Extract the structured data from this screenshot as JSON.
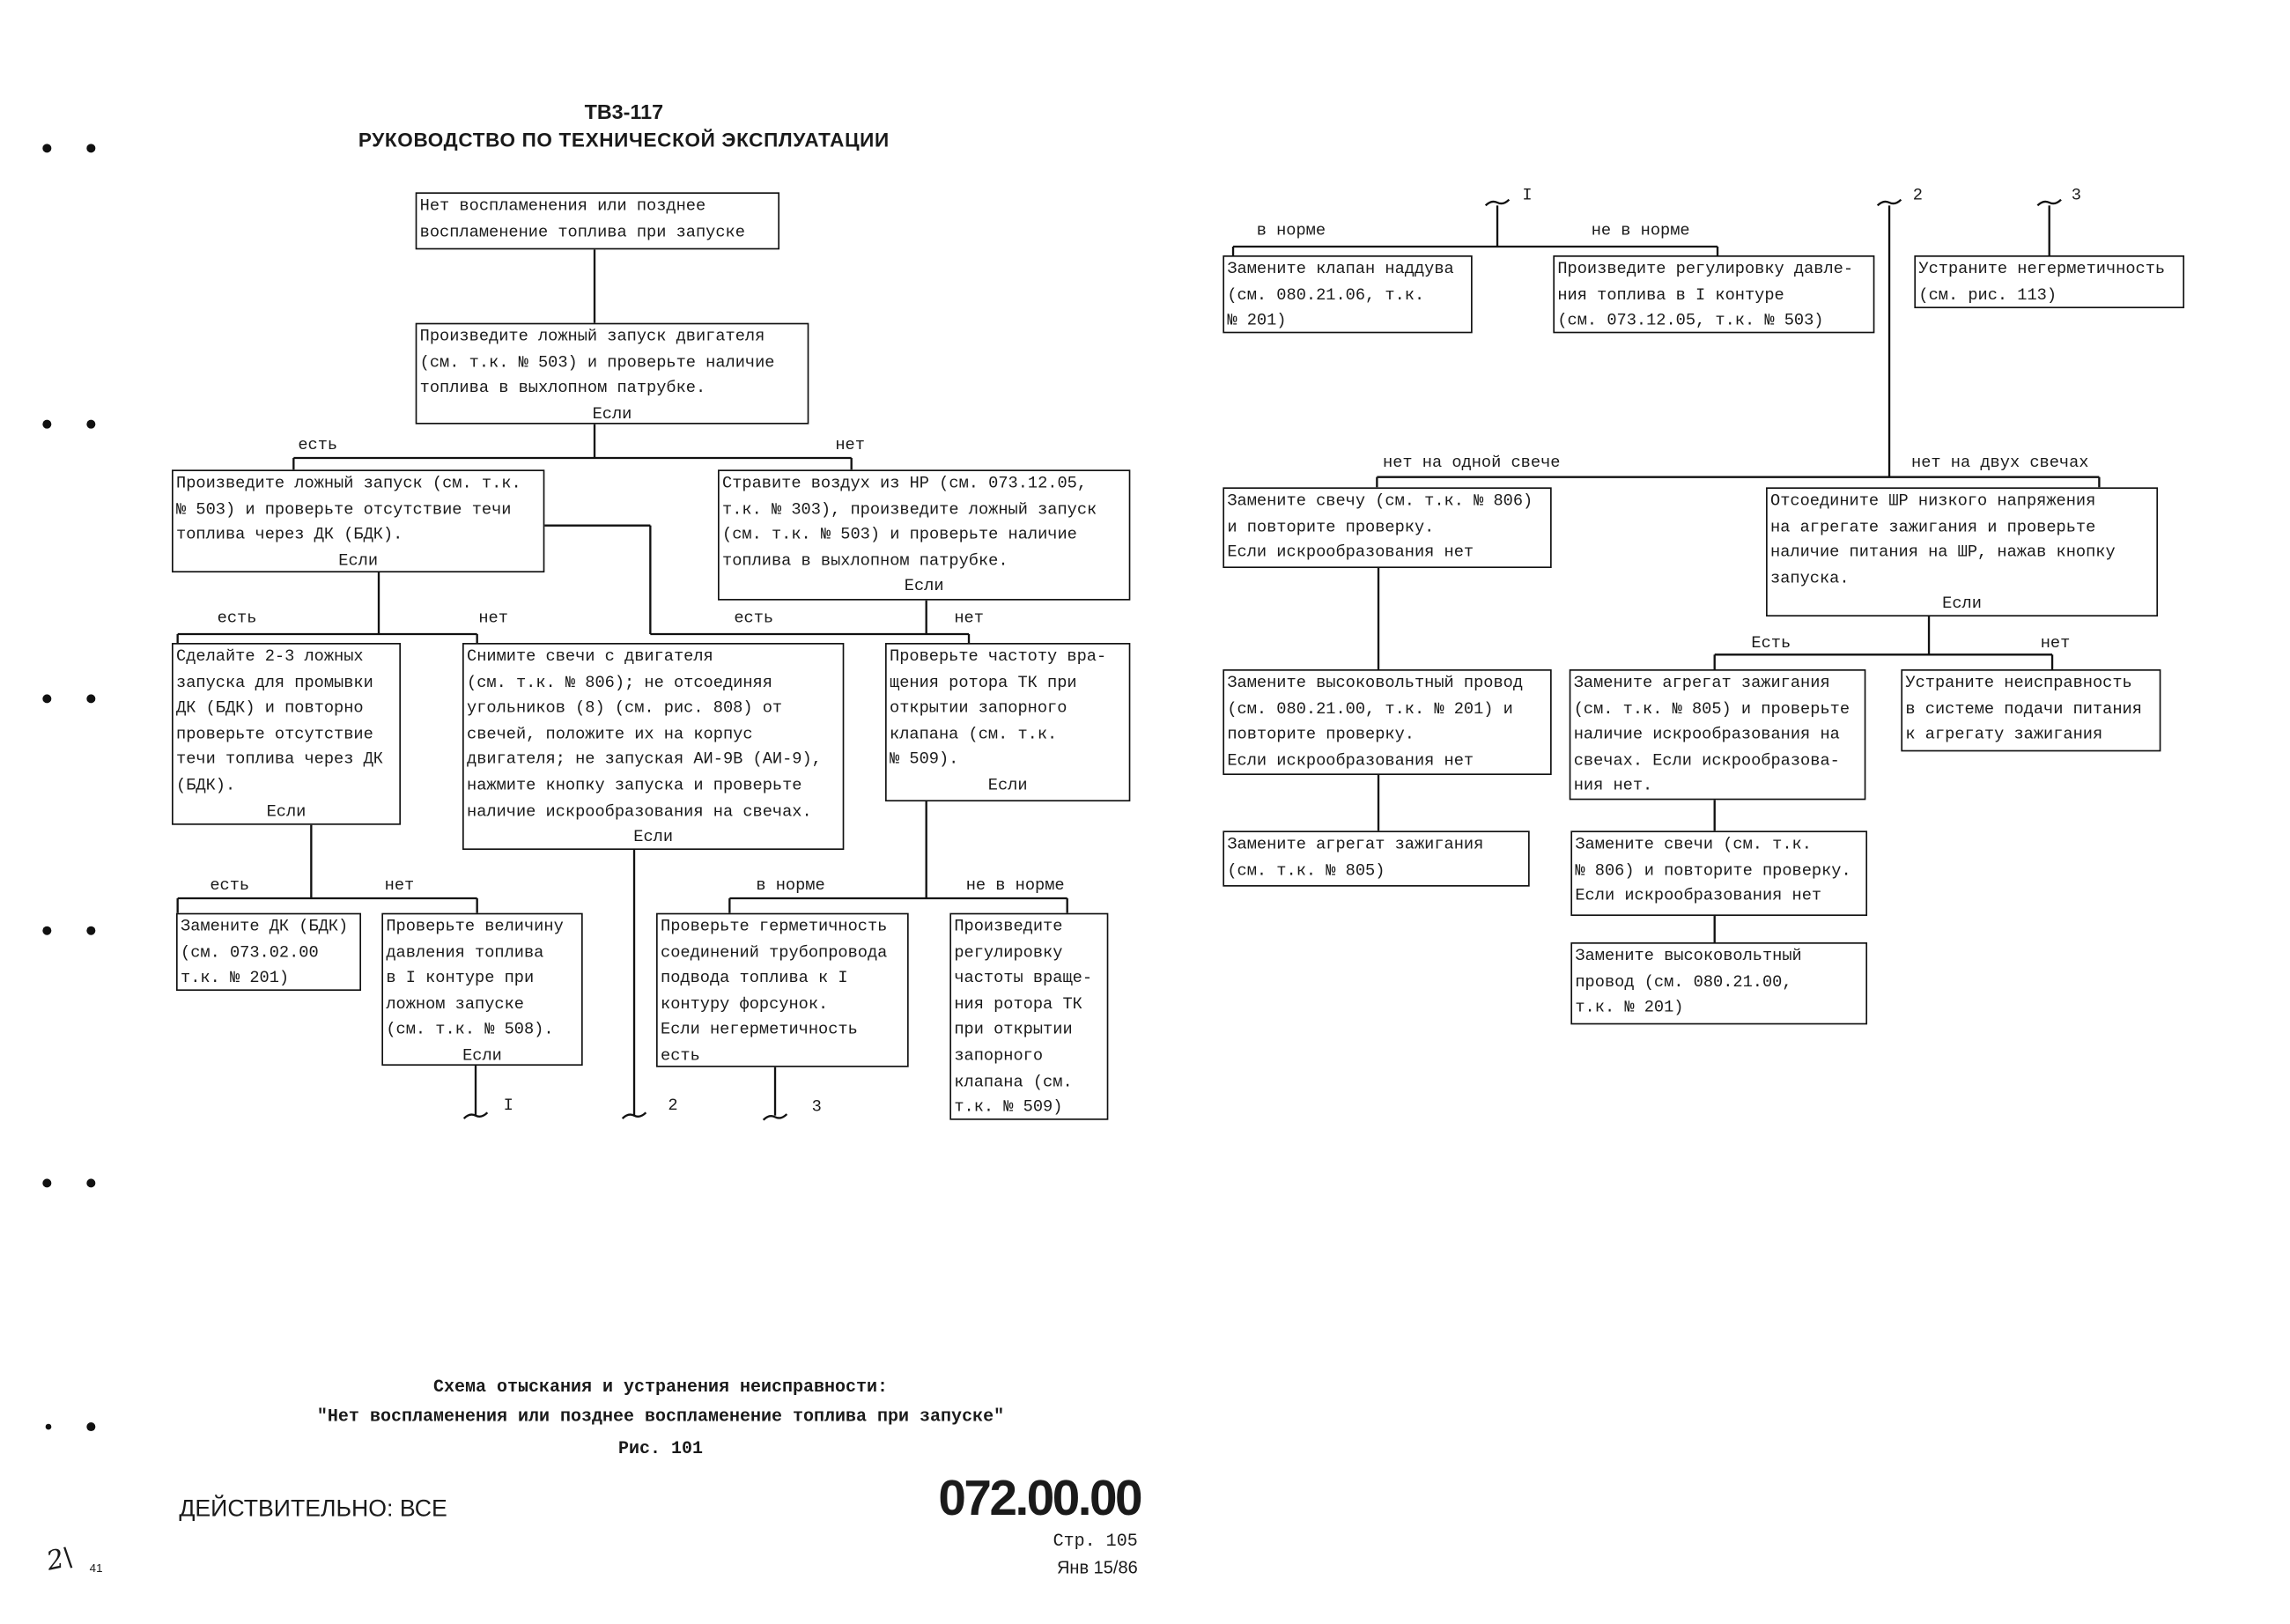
{
  "header": {
    "model": "ТВ3-117",
    "title": "РУКОВОДСТВО ПО ТЕХНИЧЕСКОЙ ЭКСПЛУАТАЦИИ"
  },
  "boxes": {
    "a": {
      "text": "Нет воспламенения или позднее\nвоспламенение топлива при запуске"
    },
    "b": {
      "text": "Произведите ложный запуск двигателя\n(см. т.к. № 503) и проверьте наличие\nтоплива в выхлопном патрубке.",
      "if": "Если"
    },
    "c": {
      "text": "Произведите ложный запуск (см. т.к.\n№ 503) и проверьте отсутствие течи\nтоплива через ДК (БДК).",
      "if": "Если"
    },
    "d": {
      "text": "Стравите воздух из НР (см. 073.12.05,\nт.к. № 303), произведите ложный запуск\n(см. т.к. № 503) и проверьте наличие\nтоплива в выхлопном патрубке.",
      "if": "Если"
    },
    "e": {
      "text": "Сделайте 2-3 ложных\nзапуска для промывки\nДК (БДК) и повторно\nпроверьте отсутствие\nтечи топлива через ДК\n(БДК).",
      "if": "Если"
    },
    "f": {
      "text": "Снимите свечи с двигателя\n(см. т.к. № 806); не отсоединяя\nугольников (8) (см. рис. 808) от\nсвечей, положите их на корпус\nдвигателя; не запуская АИ-9В (АИ-9),\nнажмите кнопку запуска и проверьте\nналичие искрообразования на свечах.",
      "if": "Если"
    },
    "g": {
      "text": "Проверьте частоту вра-\nщения ротора ТК при\nоткрытии запорного\nклапана (см. т.к.\n№ 509).",
      "if": "Если"
    },
    "h": {
      "text": "Замените ДК (БДК)\n(см. 073.02.00\nт.к. № 201)"
    },
    "i": {
      "text": "Проверьте величину\nдавления топлива\nв I контуре при\nложном запуске\n(см. т.к. № 508).",
      "if": "Если"
    },
    "j": {
      "text": "Проверьте герметичность\nсоединений трубопровода\nподвода топлива к I\nконтуру форсунок.\nЕсли негерметичность\nесть"
    },
    "k": {
      "text": "Произведите\nрегулировку\nчастоты враще-\nния ротора ТК\nпри открытии\nзапорного\nклапана (см.\nт.к. № 509)"
    },
    "l": {
      "text": "Замените клапан наддува\n(см. 080.21.06, т.к.\n№ 201)"
    },
    "m": {
      "text": "Произведите регулировку давле-\nния топлива в I контуре\n(см. 073.12.05, т.к. № 503)"
    },
    "n": {
      "text": "Устраните негерметичность\n(см. рис. 113)"
    },
    "o": {
      "text": "Замените свечу (см. т.к. № 806)\nи повторите проверку.\nЕсли искрообразования нет"
    },
    "p": {
      "text": "Отсоедините ШР низкого напряжения\nна агрегате зажигания и проверьте\nналичие питания на ШР, нажав кнопку\nзапуска.",
      "if": "Если"
    },
    "q": {
      "text": "Замените высоковольтный провод\n(см. 080.21.00, т.к. № 201) и\nповторите проверку.\nЕсли искрообразования нет"
    },
    "r": {
      "text": "Замените агрегат зажигания\n(см. т.к. № 805)"
    },
    "s": {
      "text": "Замените агрегат зажигания\n(см. т.к. № 805) и проверьте\nналичие искрообразования на\nсвечах. Если искрообразова-\nния нет."
    },
    "t": {
      "text": "Устраните неисправность\nв системе подачи питания\nк агрегату зажигания"
    },
    "u": {
      "text": "Замените свечи (см. т.к.\n№ 806) и повторите проверку.\nЕсли искрообразования нет"
    },
    "v": {
      "text": "Замените высоковольтный\nпровод (см. 080.21.00,\nт.к. № 201)"
    }
  },
  "labels": {
    "b_yes": "есть",
    "b_no": "нет",
    "c_yes": "есть",
    "c_no": "нет",
    "d_yes": "есть",
    "d_no": "нет",
    "e_yes": "есть",
    "e_no": "нет",
    "g_ok": "в норме",
    "g_notok": "не в норме",
    "c1_ok": "в норме",
    "c1_notok": "не в норме",
    "c2_one": "нет на одной свече",
    "c2_two": "нет на двух свечах",
    "p_yes": "Есть",
    "p_no": "нет",
    "conn1": "I",
    "conn2": "2",
    "conn3": "3",
    "conn1_r": "I",
    "conn2_r": "2",
    "conn3_r": "3"
  },
  "caption": {
    "line1": "Схема отыскания и устранения неисправности:",
    "line2": "\"Нет воспламенения или позднее воспламенение топлива при запуске\"",
    "fig": "Рис. 101"
  },
  "footer": {
    "effectivity": "ДЕЙСТВИТЕЛЬНО: ВСЕ",
    "chapter": "072.00.00",
    "page": "Стр. 105",
    "date": "Янв 15/86",
    "sheet_number": "41",
    "handwritten_mark": "2\\"
  }
}
